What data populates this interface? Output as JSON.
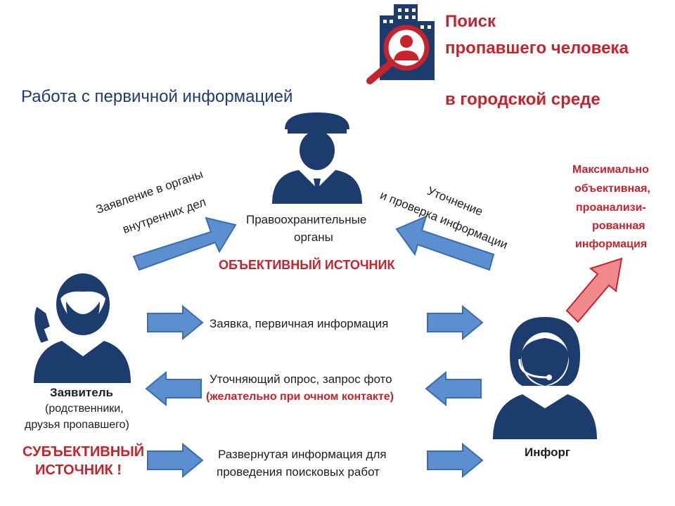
{
  "header": {
    "title_line1": "Поиск",
    "title_line2": "пропавшего человека",
    "title_line3": "в городской среде",
    "subtitle": "Работа с первичной информацией"
  },
  "police": {
    "label_line1": "Правоохранительные",
    "label_line2": "органы",
    "source_label": "ОБЪЕКТИВНЫЙ ИСТОЧНИК"
  },
  "left_arrow_label": {
    "line1": "Заявление в органы",
    "line2": "внутренних дел"
  },
  "right_arrow_label": {
    "line1": "Уточнение",
    "line2": "и проверка информации"
  },
  "result": {
    "line1": "Максимально",
    "line2": "объективная,",
    "line3": "проанализи-",
    "line4": "рованная",
    "line5": "информация"
  },
  "applicant": {
    "name": "Заявитель",
    "detail_line1": "(родственники,",
    "detail_line2": "друзья пропавшего)",
    "source_line1": "СУБЪЕКТИВНЫЙ",
    "source_line2": "ИСТОЧНИК !"
  },
  "operator": {
    "name": "Инфорг"
  },
  "flows": {
    "request": "Заявка, первичная информация",
    "survey": "Уточняющий опрос, запрос фото",
    "survey_note": "(желательно при очном контакте)",
    "detailed_line1": "Развернутая информация для",
    "detailed_line2": "проведения поисковых работ"
  },
  "colors": {
    "navy": "#1d3c6e",
    "arrow_blue": "#5b8fcf",
    "red": "#c8232c",
    "pink_arrow": "#f08a8f"
  },
  "icons": {
    "logo": "magnifier-building-icon",
    "police": "police-officer-icon",
    "applicant": "person-with-phone-icon",
    "operator": "operator-headset-icon"
  }
}
